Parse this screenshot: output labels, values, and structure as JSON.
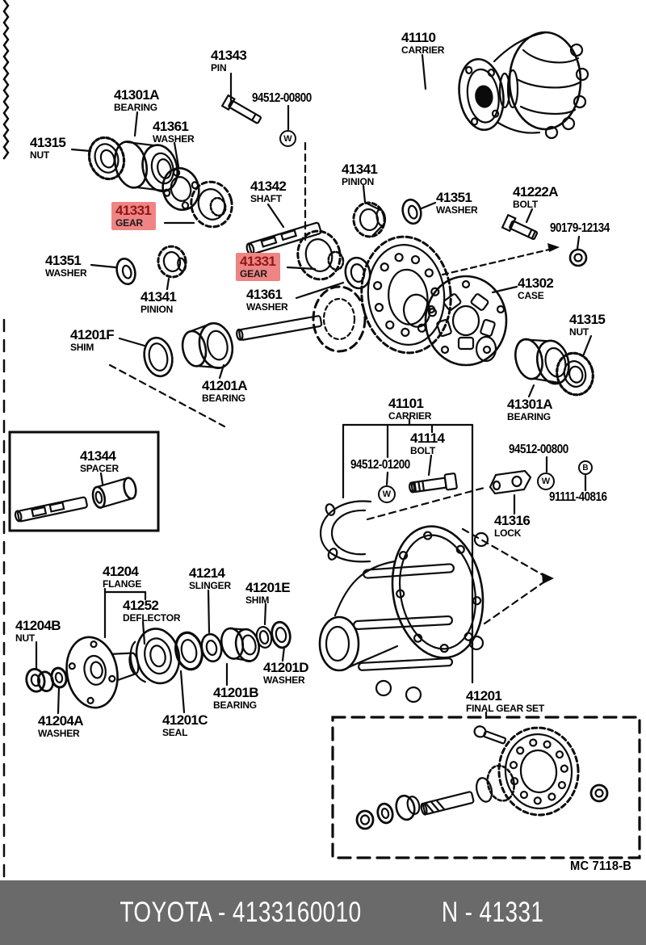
{
  "title": "Toyota parts catalog diagram - rear differential / final gear",
  "colors": {
    "line": "#0b0b0b",
    "highlight_bg": "#ef8484",
    "highlight_text": "#8f1616",
    "footer_bg": "#6a6a6a",
    "footer_text": "#ffffff"
  },
  "symbols": {
    "washer": "W",
    "bolt": "B"
  },
  "doc_code": "MC 7118-B",
  "footer": {
    "brand_code": "TOYOTA - 4133160010",
    "part_code": "N - 41331"
  },
  "parts": [
    {
      "code": "41343",
      "caption": "PIN"
    },
    {
      "code": "94512-00800",
      "caption": ""
    },
    {
      "code": "41110",
      "caption": "CARRIER"
    },
    {
      "code": "41301A",
      "caption": "BEARING"
    },
    {
      "code": "41361",
      "caption": "WASHER"
    },
    {
      "code": "41315",
      "caption": "NUT"
    },
    {
      "code": "41331",
      "caption": "GEAR",
      "highlighted": true
    },
    {
      "code": "41342",
      "caption": "SHAFT"
    },
    {
      "code": "41341",
      "caption": "PINION"
    },
    {
      "code": "41351",
      "caption": "WASHER"
    },
    {
      "code": "41222A",
      "caption": "BOLT"
    },
    {
      "code": "90179-12134",
      "caption": ""
    },
    {
      "code": "41331",
      "caption": "GEAR",
      "highlighted": true
    },
    {
      "code": "41351",
      "caption": "WASHER"
    },
    {
      "code": "41341",
      "caption": "PINION"
    },
    {
      "code": "41361",
      "caption": "WASHER"
    },
    {
      "code": "41302",
      "caption": "CASE"
    },
    {
      "code": "41201F",
      "caption": "SHIM"
    },
    {
      "code": "41315",
      "caption": "NUT"
    },
    {
      "code": "41201A",
      "caption": "BEARING"
    },
    {
      "code": "41301A",
      "caption": "BEARING"
    },
    {
      "code": "41101",
      "caption": "CARRIER"
    },
    {
      "code": "41344",
      "caption": "SPACER"
    },
    {
      "code": "41114",
      "caption": "BOLT"
    },
    {
      "code": "94512-01200",
      "caption": ""
    },
    {
      "code": "94512-00800",
      "caption": ""
    },
    {
      "code": "91111-40816",
      "caption": ""
    },
    {
      "code": "41316",
      "caption": "LOCK"
    },
    {
      "code": "41204",
      "caption": "FLANGE"
    },
    {
      "code": "41214",
      "caption": "SLINGER"
    },
    {
      "code": "41201E",
      "caption": "SHIM"
    },
    {
      "code": "41252",
      "caption": "DEFLECTOR"
    },
    {
      "code": "41204B",
      "caption": "NUT"
    },
    {
      "code": "41201D",
      "caption": "WASHER"
    },
    {
      "code": "41201B",
      "caption": "BEARING"
    },
    {
      "code": "41201C",
      "caption": "SEAL"
    },
    {
      "code": "41204A",
      "caption": "WASHER"
    },
    {
      "code": "41201",
      "caption": "FINAL GEAR SET"
    }
  ]
}
